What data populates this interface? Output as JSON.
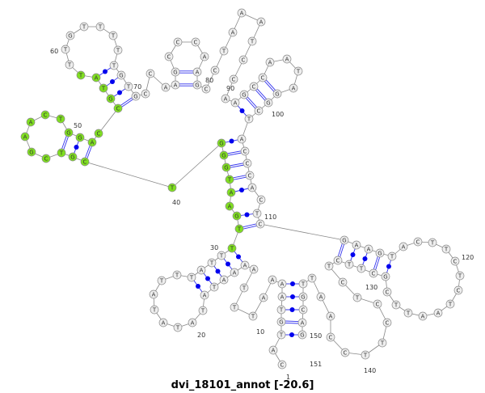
{
  "title": "dvi_18101_annot [-20.6]",
  "colors": {
    "highlight": "#80e020",
    "normal": "#eeeeee",
    "pair": "#3333ee",
    "backbone": "#888888"
  },
  "sequence": "CATGTAAAATTTAAAATATATATATTTATTTTGAATGGGTCGTCGAACTGGACCGTATTTGTTTTTGTGCCAAGCCCAAGCCTAAATCCAAGCCAATAGGCTACCCACTCGAAGTACTTCTCTAATTCGCTTCTCTCCTTCCAATTGCAG",
  "highlighted_range": [
    31,
    58
  ],
  "pairs": [
    [
      3,
      150,
      "dot"
    ],
    [
      4,
      149,
      "double"
    ],
    [
      5,
      148,
      "dot"
    ],
    [
      6,
      147,
      "dot"
    ],
    [
      7,
      146,
      "dot"
    ],
    [
      27,
      18,
      "dot"
    ],
    [
      28,
      17,
      "dot"
    ],
    [
      29,
      16,
      "dot"
    ],
    [
      30,
      15,
      "dot"
    ],
    [
      31,
      14,
      "dot"
    ],
    [
      32,
      110,
      "double"
    ],
    [
      33,
      109,
      "dot"
    ],
    [
      35,
      107,
      "dot"
    ],
    [
      36,
      106,
      "double"
    ],
    [
      37,
      105,
      "double"
    ],
    [
      38,
      104,
      "double"
    ],
    [
      39,
      103,
      "dot"
    ],
    [
      41,
      52,
      "double"
    ],
    [
      42,
      51,
      "dot"
    ],
    [
      43,
      50,
      "double"
    ],
    [
      54,
      69,
      "double"
    ],
    [
      55,
      68,
      "dot"
    ],
    [
      56,
      67,
      "dot"
    ],
    [
      57,
      66,
      "dot"
    ],
    [
      73,
      80,
      "double"
    ],
    [
      74,
      79,
      "double"
    ],
    [
      91,
      102,
      "dot"
    ],
    [
      92,
      101,
      "double"
    ],
    [
      93,
      100,
      "double"
    ],
    [
      94,
      99,
      "double"
    ],
    [
      111,
      133,
      "double"
    ],
    [
      112,
      132,
      "dot"
    ],
    [
      113,
      131,
      "dot"
    ],
    [
      114,
      130,
      "double"
    ],
    [
      115,
      129,
      "dot"
    ]
  ],
  "position_labels": [
    "1",
    "10",
    "20",
    "30",
    "40",
    "50",
    "60",
    "70",
    "80",
    "90",
    "100",
    "110",
    "120",
    "130",
    "140",
    "150",
    "151"
  ]
}
